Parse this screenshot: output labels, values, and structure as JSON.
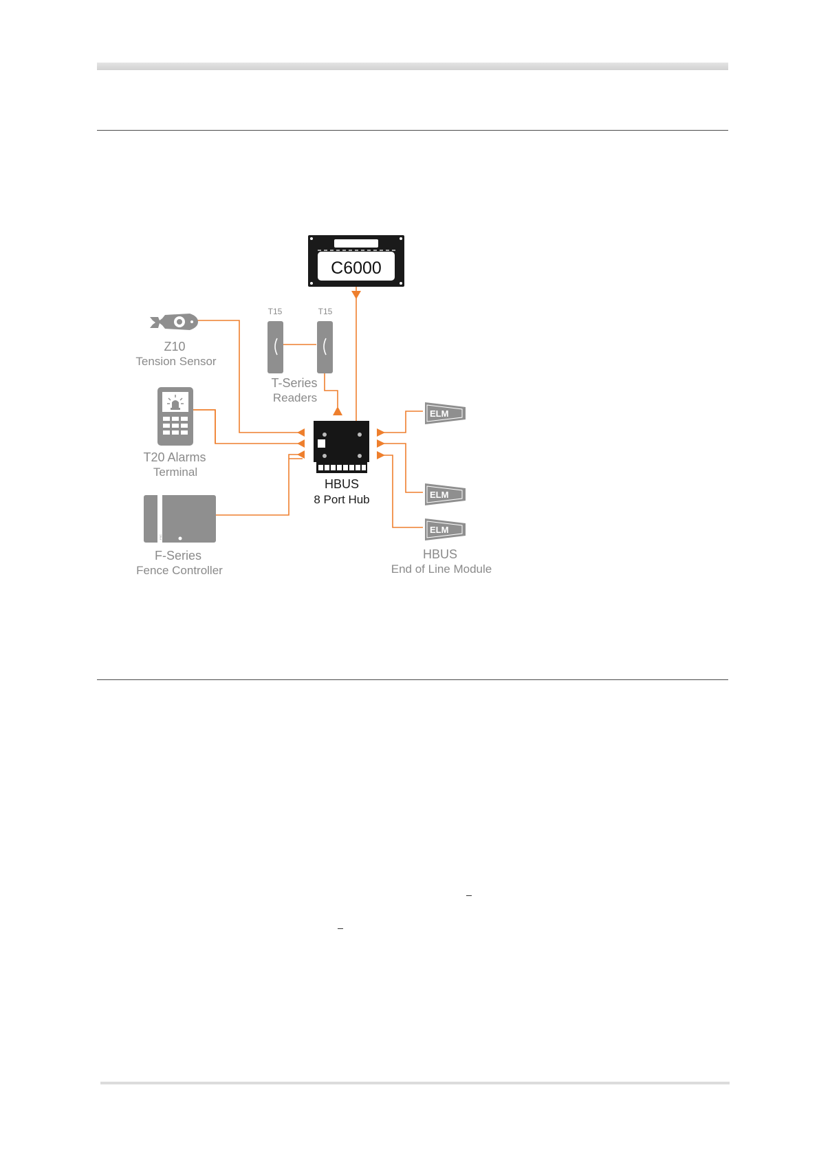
{
  "diagram": {
    "controller": "C6000",
    "hub": {
      "line1": "HBUS",
      "line2": "8 Port Hub"
    },
    "z10": {
      "line1": "Z10",
      "line2": "Tension Sensor"
    },
    "t20": {
      "line1": "T20 Alarms",
      "line2": "Terminal"
    },
    "fseries": {
      "line1": "F-Series",
      "line2": "Fence Controller",
      "tag": "FSC"
    },
    "tseries": {
      "reader_label": "T15",
      "line1": "T-Series",
      "line2": "Readers"
    },
    "elm": {
      "badge": "ELM",
      "line1": "HBUS",
      "line2": "End of Line Module"
    }
  },
  "colors": {
    "accent": "#ee7f2d",
    "device_gray": "#8f8f8f",
    "label_gray": "#8a8a8a",
    "dark": "#1a1a1a"
  },
  "icons": [
    "tension-sensor-icon",
    "alarm-beacon-icon",
    "keypad-icon",
    "card-reader-icon",
    "fence-controller-icon",
    "elm-module-icon"
  ]
}
